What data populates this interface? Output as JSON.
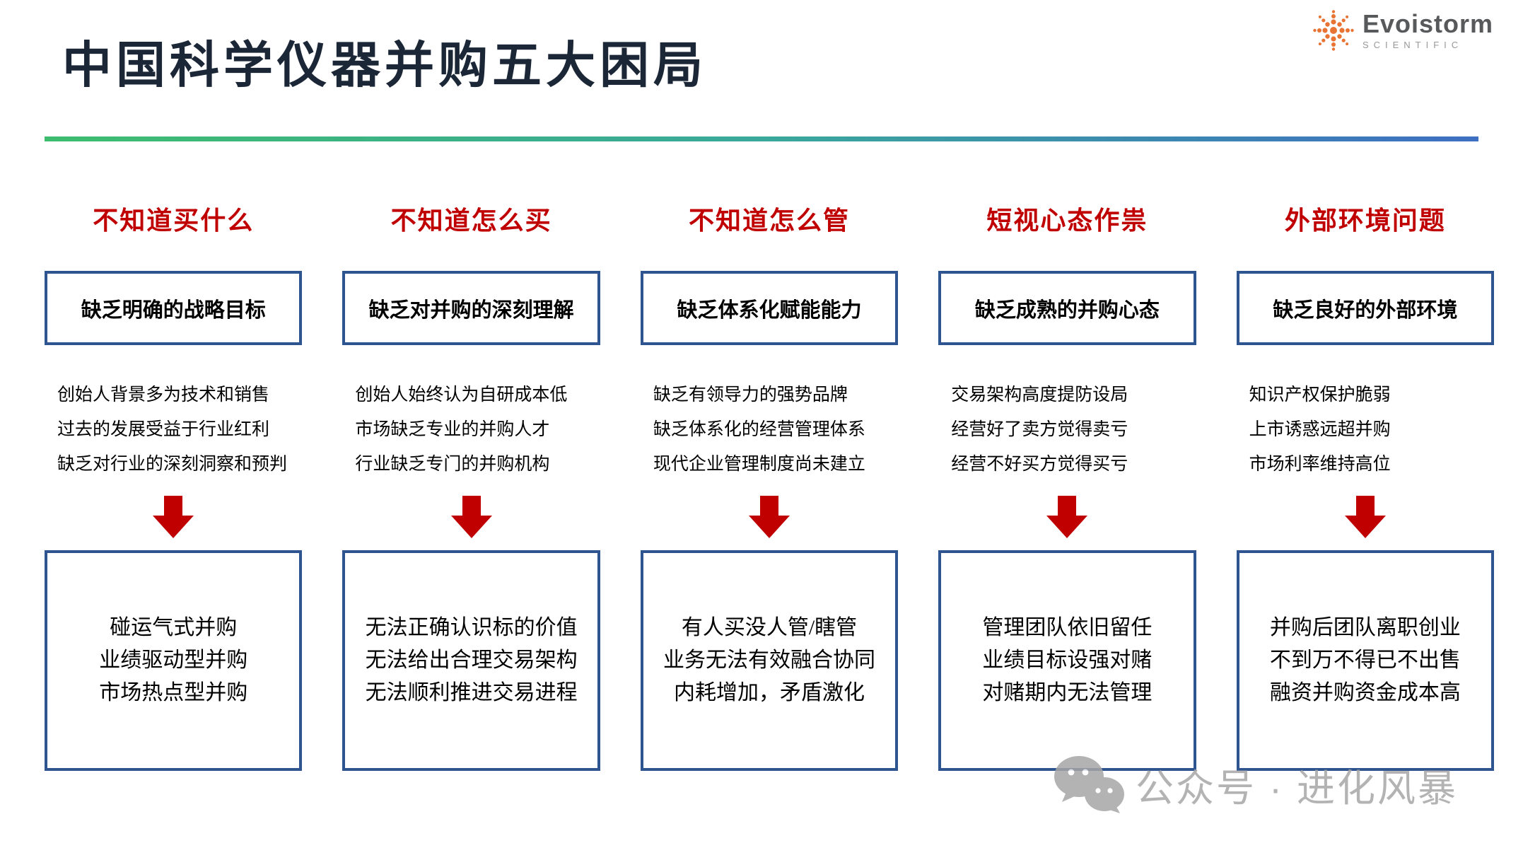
{
  "title": "中国科学仪器并购五大困局",
  "logo": {
    "name": "Evoistorm",
    "subtitle": "SCIENTIFIC"
  },
  "columns": [
    {
      "header": "不知道买什么",
      "problem": "缺乏明确的战略目标",
      "causes": [
        "创始人背景多为技术和销售",
        "过去的发展受益于行业红利",
        "缺乏对行业的深刻洞察和预判"
      ],
      "outcome": [
        "碰运气式并购",
        "业绩驱动型并购",
        "市场热点型并购"
      ]
    },
    {
      "header": "不知道怎么买",
      "problem": "缺乏对并购的深刻理解",
      "causes": [
        "创始人始终认为自研成本低",
        "市场缺乏专业的并购人才",
        "行业缺乏专门的并购机构"
      ],
      "outcome": [
        "无法正确认识标的价值",
        "无法给出合理交易架构",
        "无法顺利推进交易进程"
      ]
    },
    {
      "header": "不知道怎么管",
      "problem": "缺乏体系化赋能能力",
      "causes": [
        "缺乏有领导力的强势品牌",
        "缺乏体系化的经营管理体系",
        "现代企业管理制度尚未建立"
      ],
      "outcome": [
        "有人买没人管/瞎管",
        "业务无法有效融合协同",
        "内耗增加，矛盾激化"
      ]
    },
    {
      "header": "短视心态作祟",
      "problem": "缺乏成熟的并购心态",
      "causes": [
        "交易架构高度提防设局",
        "经营好了卖方觉得卖亏",
        "经营不好买方觉得买亏"
      ],
      "outcome": [
        "管理团队依旧留任",
        "业绩目标设强对赌",
        "对赌期内无法管理"
      ]
    },
    {
      "header": "外部环境问题",
      "problem": "缺乏良好的外部环境",
      "causes": [
        "知识产权保护脆弱",
        "上市诱惑远超并购",
        "市场利率维持高位"
      ],
      "outcome": [
        "并购后团队离职创业",
        "不到万不得已不出售",
        "融资并购资金成本高"
      ]
    }
  ],
  "watermark": {
    "text": "公众号 · 进化风暴"
  },
  "colors": {
    "accent_red": "#C00000",
    "border_navy": "#2F5590",
    "title_color": "#1B2737",
    "gradient": [
      "#3EBD6F",
      "#3AA89B",
      "#3E6FC2"
    ],
    "logo_orange": "#E87333",
    "logo_text": "#58595B",
    "logo_sub": "#97999B",
    "watermark_gray": "#A6A6A6"
  }
}
